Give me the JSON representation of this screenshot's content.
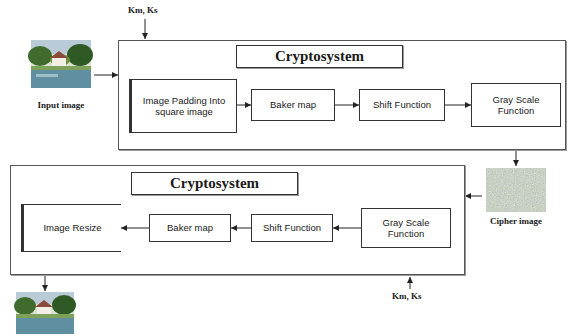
{
  "diagram": {
    "nodes": [
      {
        "text": [
          "Input image"
        ]
      },
      {
        "text": [
          "Cryptosystem"
        ]
      },
      {
        "text": [
          "Image Padding Into square image"
        ],
        "in": 1
      },
      {
        "text": [
          "Baker map"
        ],
        "in": 1
      },
      {
        "text": [
          "Shift Function"
        ],
        "in": 1
      },
      {
        "text": [
          "Gray Scale Function"
        ],
        "in": 1
      },
      {
        "text": [
          "Cipher image"
        ]
      },
      {
        "text": [
          "Cryptosystem"
        ]
      },
      {
        "text": [
          "Gray Scale Function"
        ],
        "in": 7
      },
      {
        "text": [
          "Shift Function"
        ],
        "in": 7
      },
      {
        "text": [
          "Baker map"
        ],
        "in": 7
      },
      {
        "text": [
          "Image Resize"
        ],
        "in": 7
      }
    ],
    "edges": [
      {
        "from": 0,
        "to": 1,
        "arrow": "to"
      },
      {
        "from": 2,
        "to": 3,
        "arrow": "to"
      },
      {
        "from": 3,
        "to": 4,
        "arrow": "to"
      },
      {
        "from": 4,
        "to": 5,
        "arrow": "to"
      },
      {
        "from": 1,
        "to": 6,
        "arrow": "to"
      },
      {
        "from": 6,
        "to": 7,
        "arrow": "to"
      },
      {
        "from": 8,
        "to": 9,
        "arrow": "to"
      },
      {
        "from": 9,
        "to": 10,
        "arrow": "to"
      },
      {
        "from": 10,
        "to": 11,
        "arrow": "to"
      }
    ],
    "labels": [
      "Km, Ks",
      "Km, Ks"
    ]
  }
}
